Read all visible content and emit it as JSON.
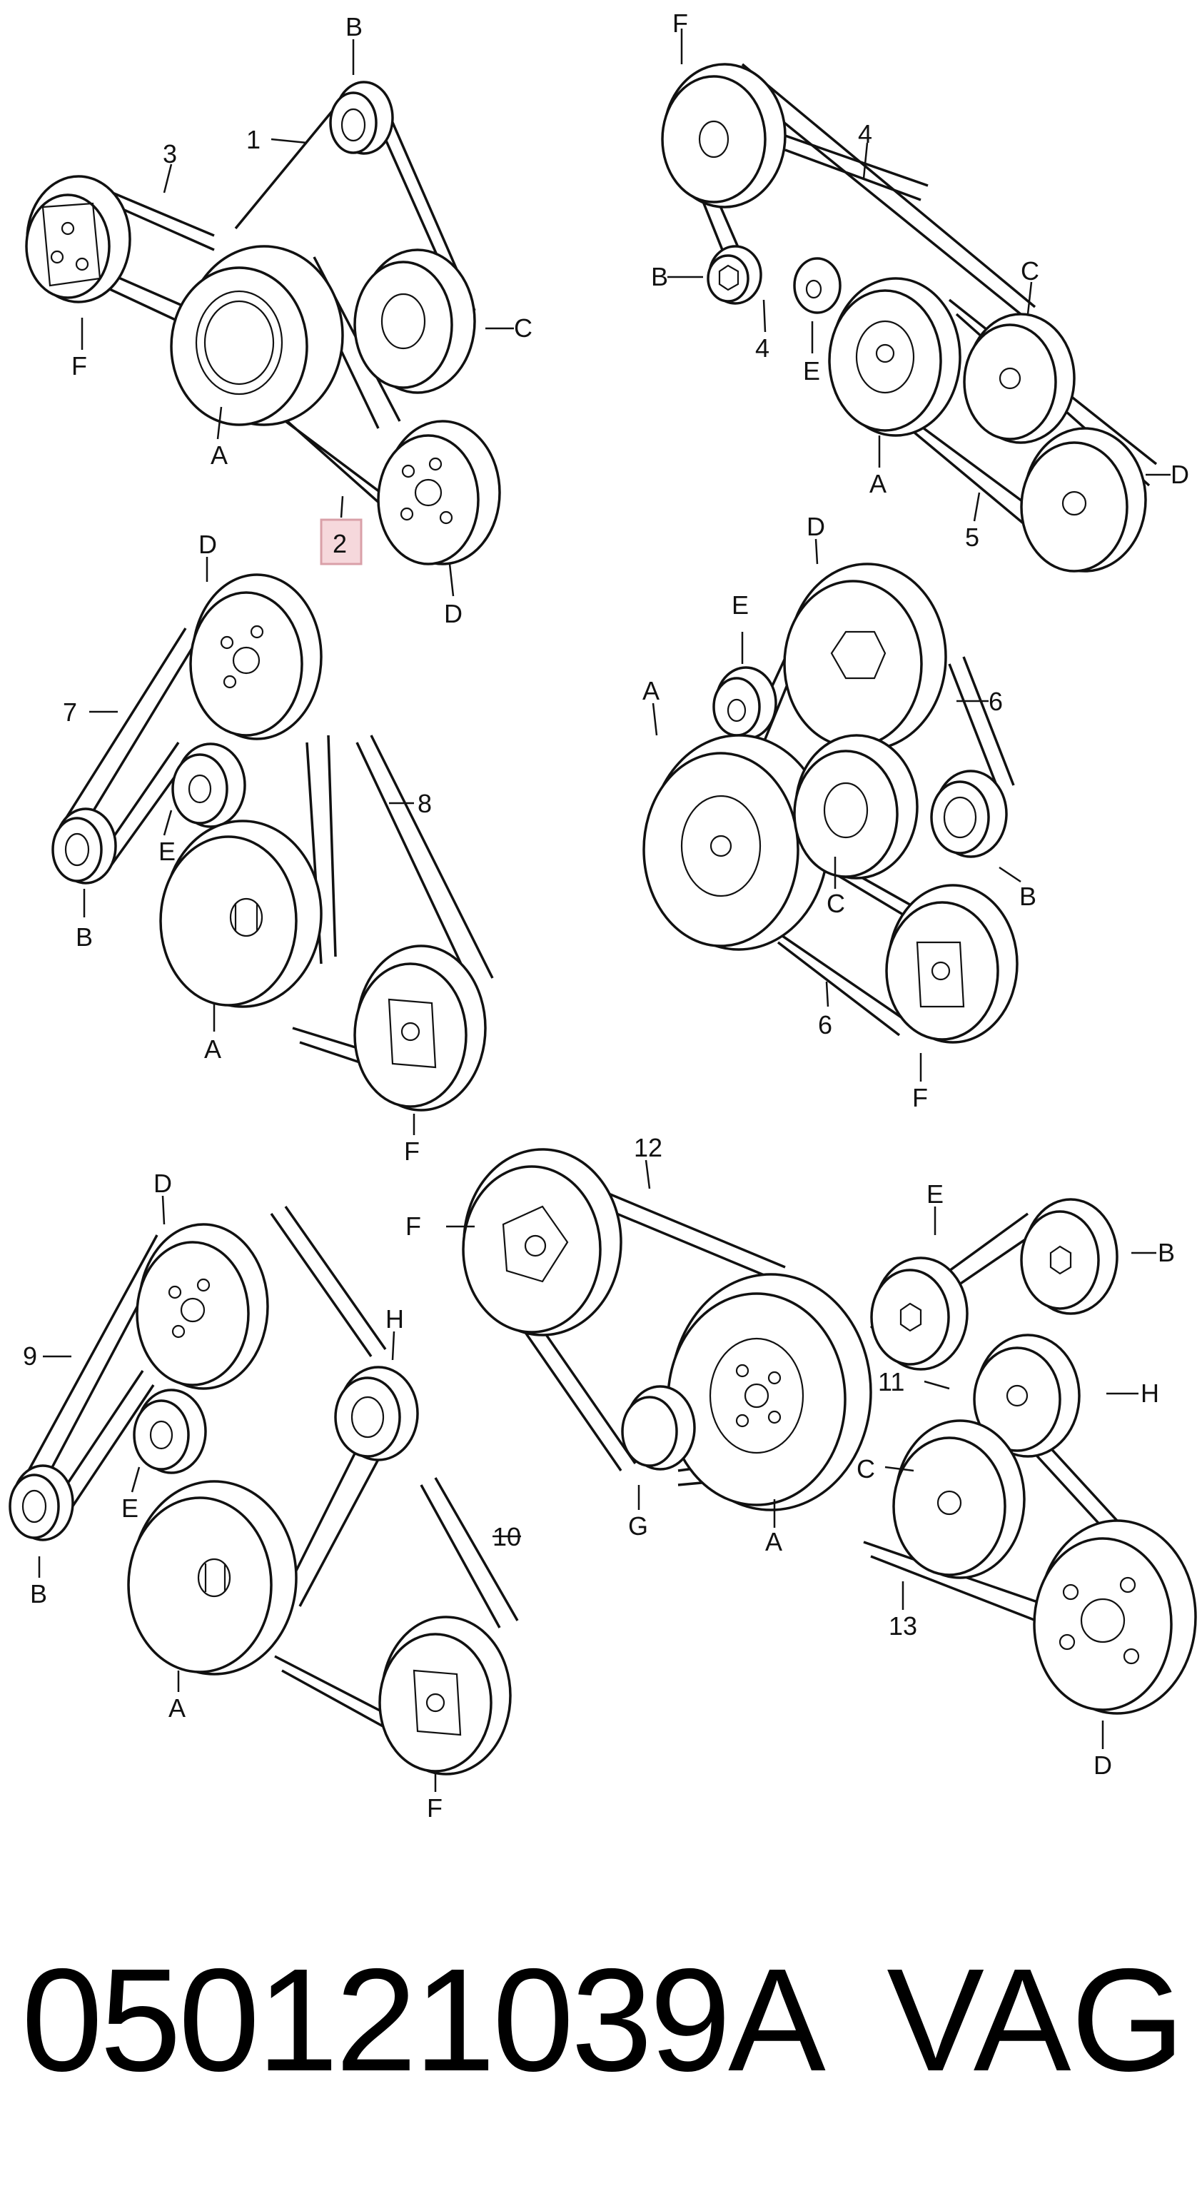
{
  "highlight_color": "#d9a0a8",
  "ink_color": "#111111",
  "caption": {
    "part_number": "050121039A",
    "brand": "VAG"
  },
  "diagrams": [
    {
      "id": "d1",
      "callouts": [
        {
          "text": "B"
        },
        {
          "text": "1"
        },
        {
          "text": "3"
        },
        {
          "text": "F"
        },
        {
          "text": "C"
        },
        {
          "text": "A"
        },
        {
          "text": "2",
          "highlighted": true
        },
        {
          "text": "D"
        }
      ]
    },
    {
      "id": "d2",
      "callouts": [
        {
          "text": "F"
        },
        {
          "text": "4"
        },
        {
          "text": "B"
        },
        {
          "text": "4"
        },
        {
          "text": "E"
        },
        {
          "text": "C"
        },
        {
          "text": "A"
        },
        {
          "text": "5"
        },
        {
          "text": "D"
        }
      ]
    },
    {
      "id": "d3",
      "callouts": [
        {
          "text": "D"
        },
        {
          "text": "7"
        },
        {
          "text": "8"
        },
        {
          "text": "E"
        },
        {
          "text": "B"
        },
        {
          "text": "A"
        },
        {
          "text": "F"
        }
      ]
    },
    {
      "id": "d4",
      "callouts": [
        {
          "text": "D"
        },
        {
          "text": "E"
        },
        {
          "text": "A"
        },
        {
          "text": "6"
        },
        {
          "text": "C"
        },
        {
          "text": "B"
        },
        {
          "text": "6"
        },
        {
          "text": "F"
        }
      ]
    },
    {
      "id": "d5",
      "callouts": [
        {
          "text": "D"
        },
        {
          "text": "H"
        },
        {
          "text": "9"
        },
        {
          "text": "E"
        },
        {
          "text": "10"
        },
        {
          "text": "B"
        },
        {
          "text": "A"
        },
        {
          "text": "F"
        }
      ]
    },
    {
      "id": "d6",
      "callouts": [
        {
          "text": "12"
        },
        {
          "text": "F"
        },
        {
          "text": "E"
        },
        {
          "text": "B"
        },
        {
          "text": "11"
        },
        {
          "text": "H"
        },
        {
          "text": "C"
        },
        {
          "text": "G"
        },
        {
          "text": "A"
        },
        {
          "text": "13"
        },
        {
          "text": "D"
        }
      ]
    }
  ]
}
